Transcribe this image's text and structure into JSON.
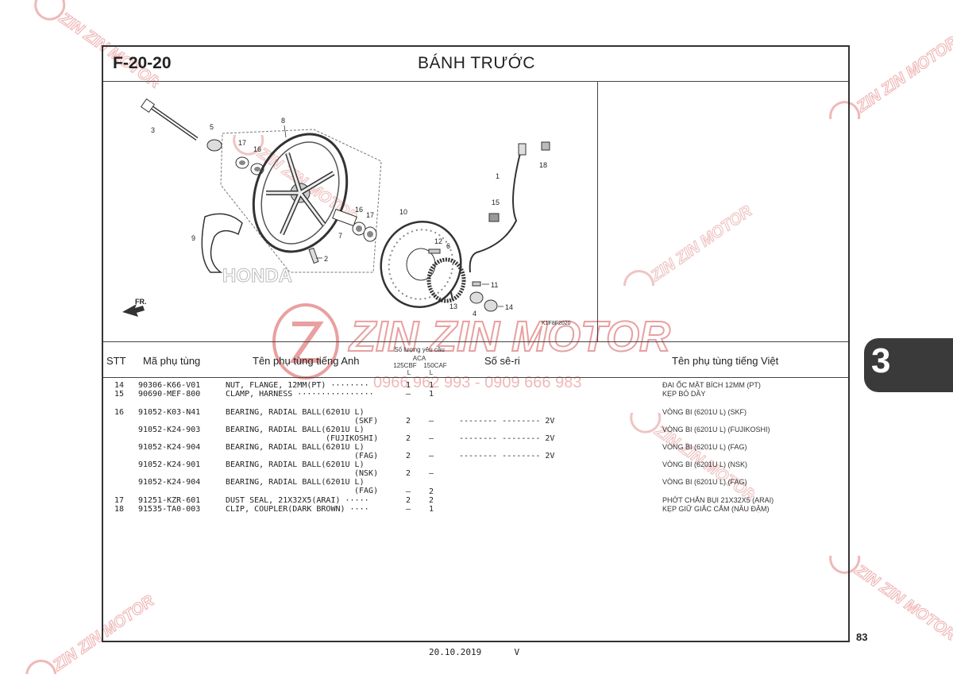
{
  "header": {
    "code": "F-20-20",
    "title": "BÁNH TRƯỚC"
  },
  "diagram": {
    "callouts": [
      "1",
      "2",
      "3",
      "4",
      "5",
      "6",
      "7",
      "8",
      "9",
      "10",
      "11",
      "12",
      "13",
      "14",
      "15",
      "16",
      "16",
      "17",
      "17",
      "18"
    ],
    "fr_label": "FR.",
    "ref_code": "K1F8F2020",
    "honda": "HONDA"
  },
  "table": {
    "headers": {
      "stt": "STT",
      "part_no": "Mã phụ tùng",
      "name_en": "Tên phụ tùng tiếng Anh",
      "qty_title": "Số lượng yêu cầu",
      "qty_group": "ACA",
      "qty_col1": "125CBF",
      "qty_col2": "150CAF",
      "qty_sub": "L",
      "serial": "Số sê-ri",
      "name_vn": "Tên phụ tùng tiếng Việt"
    },
    "rows": [
      {
        "stt": "14",
        "part": "90306-K66-V01",
        "name": "NUT, FLANGE, 12MM(PT) ········",
        "sub": "",
        "q1": "1",
        "q2": "1",
        "serial": "",
        "vn": "ĐAI ỐC MẶT BÍCH 12MM (PT)"
      },
      {
        "stt": "15",
        "part": "90690-MEF-800",
        "name": "CLAMP, HARNESS ················",
        "sub": "",
        "q1": "–",
        "q2": "1",
        "serial": "",
        "vn": "KẸP BÓ DÂY"
      },
      {
        "stt": "16",
        "part": "91052-K03-N41",
        "name": "BEARING, RADIAL BALL(6201U L)",
        "sub": "(SKF)",
        "q1": "2",
        "q2": "–",
        "serial": "-------- -------- 2V",
        "vn": "VÒNG BI (6201U L) (SKF)"
      },
      {
        "stt": "",
        "part": "91052-K24-903",
        "name": "BEARING, RADIAL BALL(6201U L)",
        "sub": "(FUJIKOSHI)",
        "q1": "2",
        "q2": "–",
        "serial": "-------- -------- 2V",
        "vn": "VÒNG BI (6201U L) (FUJIKOSHI)"
      },
      {
        "stt": "",
        "part": "91052-K24-904",
        "name": "BEARING, RADIAL BALL(6201U L)",
        "sub": "(FAG)",
        "q1": "2",
        "q2": "–",
        "serial": "-------- -------- 2V",
        "vn": "VÒNG BI (6201U L) (FAG)"
      },
      {
        "stt": "",
        "part": "91052-K24-901",
        "name": "BEARING, RADIAL BALL(6201U L)",
        "sub": "(NSK)",
        "q1": "2",
        "q2": "–",
        "serial": "",
        "vn": "VÒNG BI (6201U L) (NSK)"
      },
      {
        "stt": "",
        "part": "91052-K24-904",
        "name": "BEARING, RADIAL BALL(6201U L)",
        "sub": "(FAG)",
        "q1": "–",
        "q2": "2",
        "serial": "",
        "vn": "VÒNG BI (6201U L) (FAG)"
      },
      {
        "stt": "17",
        "part": "91251-KZR-601",
        "name": "DUST SEAL, 21X32X5(ARAI) ·····",
        "sub": "",
        "q1": "2",
        "q2": "2",
        "serial": "",
        "vn": "PHỚT CHẮN BỤI 21X32X5 (ARAI)"
      },
      {
        "stt": "18",
        "part": "91535-TA0-003",
        "name": "CLIP, COUPLER(DARK BROWN) ····",
        "sub": "",
        "q1": "–",
        "q2": "1",
        "serial": "",
        "vn": "KẸP GIỮ GIẮC CẮM (NÂU ĐẬM)"
      }
    ]
  },
  "side_tab": {
    "chapter": "3"
  },
  "page_number": "83",
  "footer": {
    "date": "20.10.2019",
    "version": "V"
  },
  "watermark": {
    "brand": "ZIN ZIN MOTOR",
    "phone": "0966 962 993 - 0909 666 983"
  },
  "colors": {
    "frame": "#333333",
    "tab": "#3a3a3a",
    "watermark": "#e9a0a0"
  }
}
